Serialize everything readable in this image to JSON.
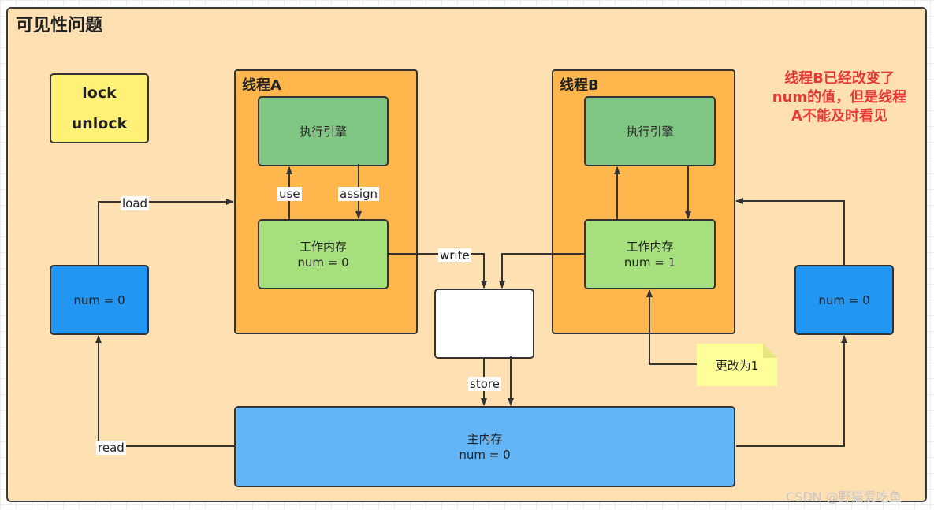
{
  "title": "可见性问题",
  "lock_box": {
    "line1": "lock",
    "line2": "unlock"
  },
  "thread_a": {
    "title": "线程A",
    "engine": "执行引擎",
    "work_memory": {
      "name": "工作内存",
      "value": "num = 0"
    },
    "use_label": "use",
    "assign_label": "assign"
  },
  "thread_b": {
    "title": "线程B",
    "engine": "执行引擎",
    "work_memory": {
      "name": "工作内存",
      "value": "num = 1"
    }
  },
  "left_var": "num = 0",
  "right_var": "num = 0",
  "main_memory": {
    "name": "主内存",
    "value": "num = 0"
  },
  "labels": {
    "load": "load",
    "read": "read",
    "write": "write",
    "store": "store"
  },
  "note": "更改为1",
  "annotation": [
    "线程B已经改变了",
    "num的值，但是线程",
    "A不能及时看见"
  ],
  "watermark": "CSDN @野猫爱吃鱼",
  "colors": {
    "frame": "#ffe0b3",
    "thread": "#ffb74d",
    "engine": "#81c784",
    "work_memory": "#a5e07c",
    "variable": "#2196f3",
    "main_memory": "#64b5f6",
    "lock_box": "#fff176",
    "note": "#ffff99",
    "annotation": "#e53935"
  }
}
